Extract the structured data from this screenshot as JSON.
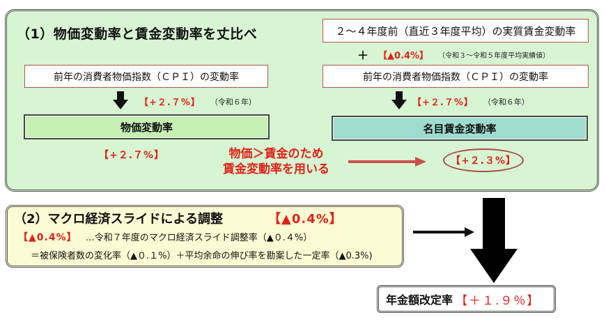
{
  "section1": {
    "title": "（1）物価変動率と賃金変動率を丈比べ",
    "left": {
      "cpi_box": "前年の消費者物価指数（ＣＰＩ）の変動率",
      "cpi_value": "【+２.７%】",
      "cpi_note": "（令和６年）",
      "bar_label": "物価変動率",
      "result_value": "【+２.７%】"
    },
    "right": {
      "real_wage_box": "２～４年度前（直近３年度平均）の実質賃金変動率",
      "plus": "＋",
      "real_wage_value": "【▲0.4%】",
      "real_wage_note": "（令和３～令和５年度平均実績値）",
      "cpi_box": "前年の消費者物価指数（ＣＰＩ）の変動率",
      "cpi_value": "【+２.７%】",
      "cpi_note": "（令和６年）",
      "bar_label": "名目賃金変動率",
      "result_value": "【+２.３%】"
    },
    "reason_line1": "物価＞賃金のため",
    "reason_line2": "賃金変動率を用いる"
  },
  "section2": {
    "title": "（2）マクロ経済スライドによる調整",
    "title_value": "【▲0.4%】",
    "line1_value": "【▲0.4%】",
    "line1_text": "…令和７年度のマクロ経済スライド調整率（▲０.４%）",
    "line2_text": "＝被保険者数の変化率（▲０.１%）＋平均余命の伸び率を勘案した一定率（▲0.3%)"
  },
  "result": {
    "label": "年金額改定率",
    "value": "【＋１.９％】"
  },
  "colors": {
    "panel1_bg": "#d7f5d2",
    "panel2_bg": "#fdfbd3",
    "accent_red": "#e0221b",
    "bar_green": "#c6efb4",
    "bar_teal": "#9edccf"
  }
}
